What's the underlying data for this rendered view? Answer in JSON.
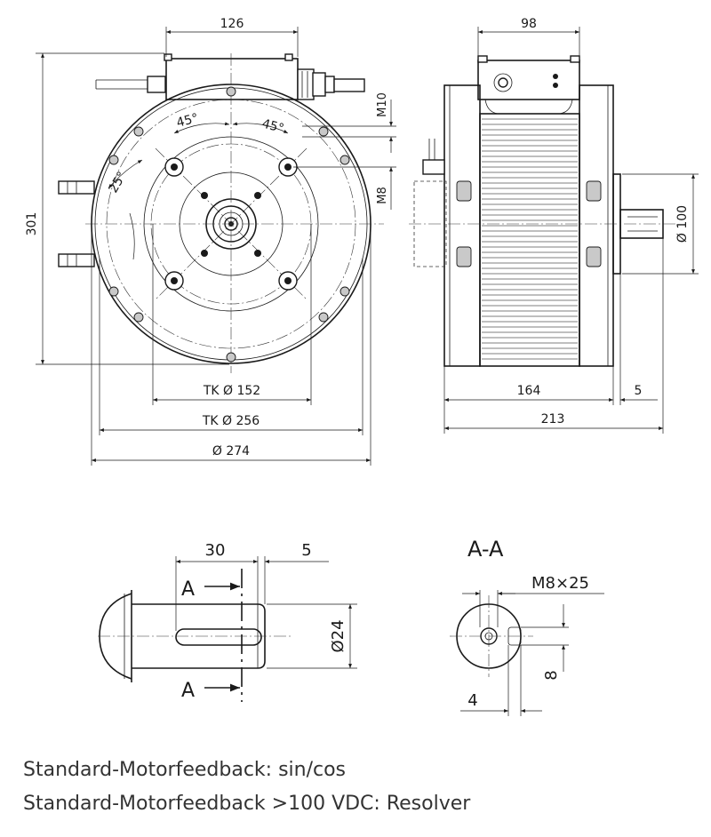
{
  "front_view": {
    "dim_top": "126",
    "dim_height": "301",
    "angle_left": "45°",
    "angle_right": "45°",
    "angle_side": "25°",
    "dim_m10": "M10",
    "dim_m8": "M8",
    "dim_tk152": "TK Ø 152",
    "dim_tk256": "TK Ø 256",
    "dim_dia274": "Ø 274"
  },
  "side_view": {
    "dim_top": "98",
    "dim_shaft_dia": "Ø 100",
    "dim_164": "164",
    "dim_5": "5",
    "dim_213": "213"
  },
  "shaft_detail": {
    "dim_30": "30",
    "dim_5": "5",
    "section_label": "A",
    "dim_dia24": "Ø24"
  },
  "section_detail": {
    "title": "A-A",
    "dim_thread": "M8×25",
    "dim_8": "8",
    "dim_4": "4"
  },
  "notes": {
    "line1": "Standard-Motorfeedback: sin/cos",
    "line2": "Standard-Motorfeedback >100 VDC: Resolver"
  }
}
